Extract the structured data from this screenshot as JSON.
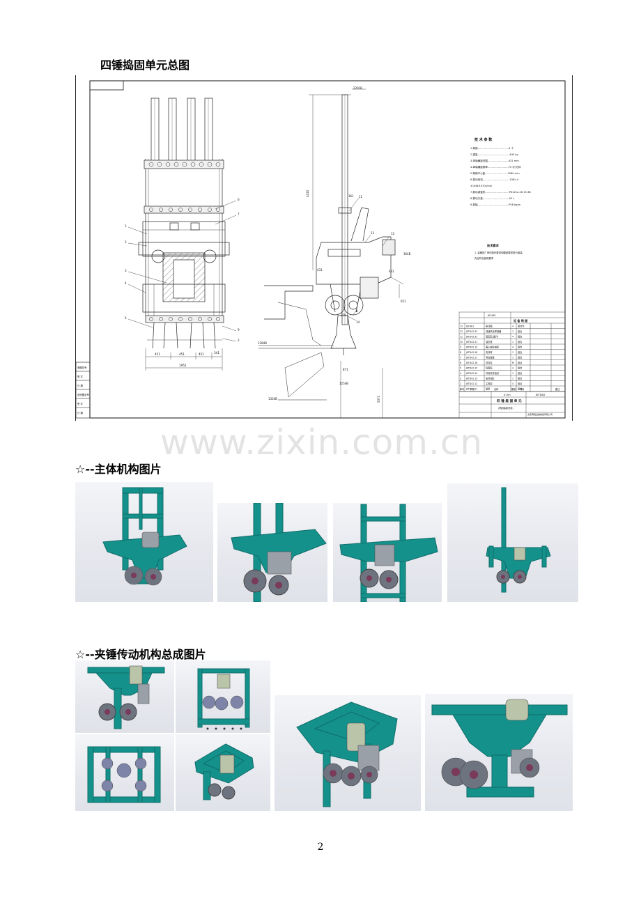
{
  "title": "四锤捣固单元总图",
  "drawing": {
    "overall_height": "4410",
    "top_dim": "2291B",
    "dims_bottom": [
      "451",
      "451",
      "451",
      "341"
    ],
    "dim_total": "1951",
    "part_labels": [
      "1",
      "2",
      "3",
      "4",
      "5",
      "6",
      "7",
      "8",
      "9",
      "10",
      "11",
      "12",
      "13",
      "14"
    ],
    "side_dims": [
      "361",
      "364B",
      "431",
      "279",
      "541",
      "651",
      "871",
      "1254B",
      "1284B",
      "1354B",
      "5371"
    ],
    "tech_params": {
      "heading": "技 术 参 数",
      "lines": [
        "1.捣镐.......................................4 个",
        "2.重量........................................440 kg",
        "3.单轴横距范围..........................431 mm",
        "4.单轴横距频率..........................70 次/分钟",
        "5.捣镐中心距............................1580 mm",
        "6.振动电机..................................Y2BL-4",
        "        3.0kW/1470r/min",
        "7.振动减速机..............................PK121a-28 15-38",
        "8.振动力量.................................45 t",
        "9.振幅.......................................P58 kg/m"
      ]
    },
    "tech_req": {
      "heading": "技术要求",
      "lines": [
        "1. 装备按厂家的操作要求和图纸要求进行组装",
        "   完全符合使用要求"
      ]
    },
    "bom_header": "设 备 明 细",
    "bom_rows": [
      {
        "no": "13",
        "code": "JKC481",
        "name": "振动箱",
        "qty": "4",
        "mat": "组合件"
      },
      {
        "no": "12",
        "code": "JKTD42.32",
        "name": "减速机及联轴器",
        "qty": "1",
        "mat": "组合"
      },
      {
        "no": "11",
        "code": "JKTD42.31",
        "name": "液压缸(提升)",
        "qty": "4",
        "mat": "组合"
      },
      {
        "no": "10",
        "code": "JKTD42.21",
        "name": "油缸座",
        "qty": "1",
        "mat": "组合"
      },
      {
        "no": "9",
        "code": "JKTD42.19",
        "name": "偏心轴及轴承",
        "qty": "4",
        "mat": "组合"
      },
      {
        "no": "8",
        "code": "JKTD42.18",
        "name": "夹持臂",
        "qty": "1",
        "mat": "组合"
      },
      {
        "no": "7",
        "code": "JKTD42.17",
        "name": "导向装置",
        "qty": "1",
        "mat": "组合"
      },
      {
        "no": "6",
        "code": "JKTD42.16",
        "name": "导向柱",
        "qty": "M",
        "mat": "组合"
      },
      {
        "no": "5",
        "code": "JKTD42.15",
        "name": "捣固镐",
        "qty": "4",
        "mat": "组合"
      },
      {
        "no": "4",
        "code": "JKTD42.14",
        "name": "内侧夹持油缸",
        "qty": "1",
        "mat": "组合"
      },
      {
        "no": "3",
        "code": "JKTD42.13",
        "name": "夹持油缸",
        "qty": "1",
        "mat": "组合"
      },
      {
        "no": "2",
        "code": "JKTD42.12",
        "name": "主框架",
        "qty": "4",
        "mat": "组合"
      },
      {
        "no": "1",
        "code": "JKTD42.11",
        "name": "框架",
        "qty": "1",
        "mat": "组合"
      }
    ],
    "bom_cols": [
      "序号",
      "代号",
      "名称",
      "数量",
      "材料",
      "备注"
    ],
    "title_block": {
      "scale": "0.5m",
      "name": "四 锤 捣 固 单 元",
      "sub": "(捣固装置总成)",
      "drawing_no": "JKTD82",
      "company": "太原晋强设备制造有限公司"
    },
    "left_margin_labels": [
      "底图总号",
      "签 字",
      "日 期",
      "旧底图总号",
      "签 字",
      "日 期"
    ]
  },
  "section1": {
    "heading": "☆--主体机构图片"
  },
  "section2": {
    "heading": "☆--夹锤传动机构总成图片"
  },
  "watermark": "www.zixin.com.cn",
  "page_number": "2",
  "colors": {
    "frame": "#15918c",
    "frame_dark": "#0e6d69",
    "frame_light": "#2fb3ad",
    "metal": "#8a8d93"
  }
}
